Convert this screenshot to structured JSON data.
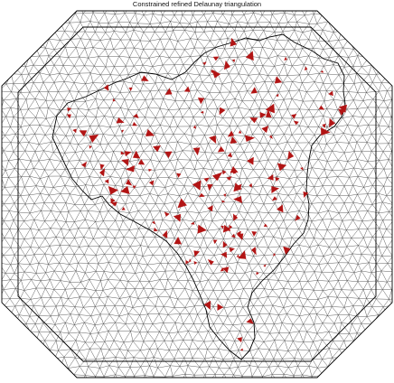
{
  "title": "Constrained refined Delaunay triangulation",
  "colors": {
    "background": "#ffffff",
    "mesh_edge": "#4a4a4a",
    "boundary": "#000000",
    "coastline": "#000000",
    "highlighted_triangles": "#b21414"
  },
  "elements": {
    "mesh": "triangulated mesh edges",
    "outer_boundary": "double-lined octagonal domain boundary",
    "region_outline": "irregular region outline (coastline)",
    "highlighted_triangles": "red-filled triangles"
  }
}
